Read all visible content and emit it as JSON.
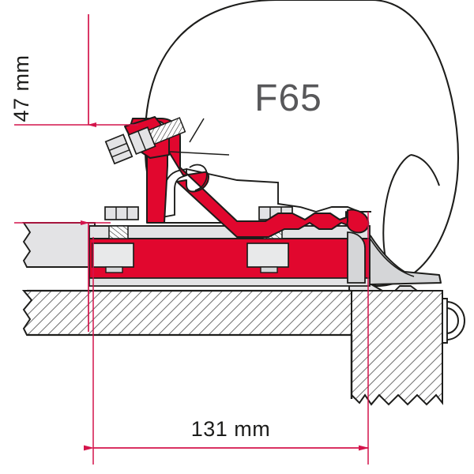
{
  "drawing": {
    "title": "F65 awning roof adapter cross-section",
    "part_label": "F65",
    "dimensions": {
      "height": {
        "value": "47 mm",
        "orientation": "vertical",
        "position": "left"
      },
      "width": {
        "value": "131 mm",
        "orientation": "horizontal",
        "position": "bottom"
      }
    },
    "colors": {
      "accent_red": "#E1072E",
      "dim_line": "#D4144B",
      "outline": "#1d1d1b",
      "metal_light": "#E3E3E5",
      "metal_mid": "#D5D6D8",
      "label_gray": "#58585a",
      "hatch_gray": "#4a4a4a",
      "background": "#ffffff"
    },
    "components": [
      {
        "name": "awning-body",
        "label": "F65"
      },
      {
        "name": "adapter-bracket-arm",
        "label": ""
      },
      {
        "name": "adapter-base-bar",
        "label": ""
      },
      {
        "name": "mounting-bolt-upper",
        "label": ""
      },
      {
        "name": "mounting-bolt-left",
        "label": ""
      },
      {
        "name": "mounting-bolt-center",
        "label": ""
      },
      {
        "name": "roof-panel",
        "label": ""
      },
      {
        "name": "wall-panel",
        "label": ""
      },
      {
        "name": "gutter-hook",
        "label": ""
      },
      {
        "name": "rail-profile",
        "label": ""
      }
    ]
  }
}
